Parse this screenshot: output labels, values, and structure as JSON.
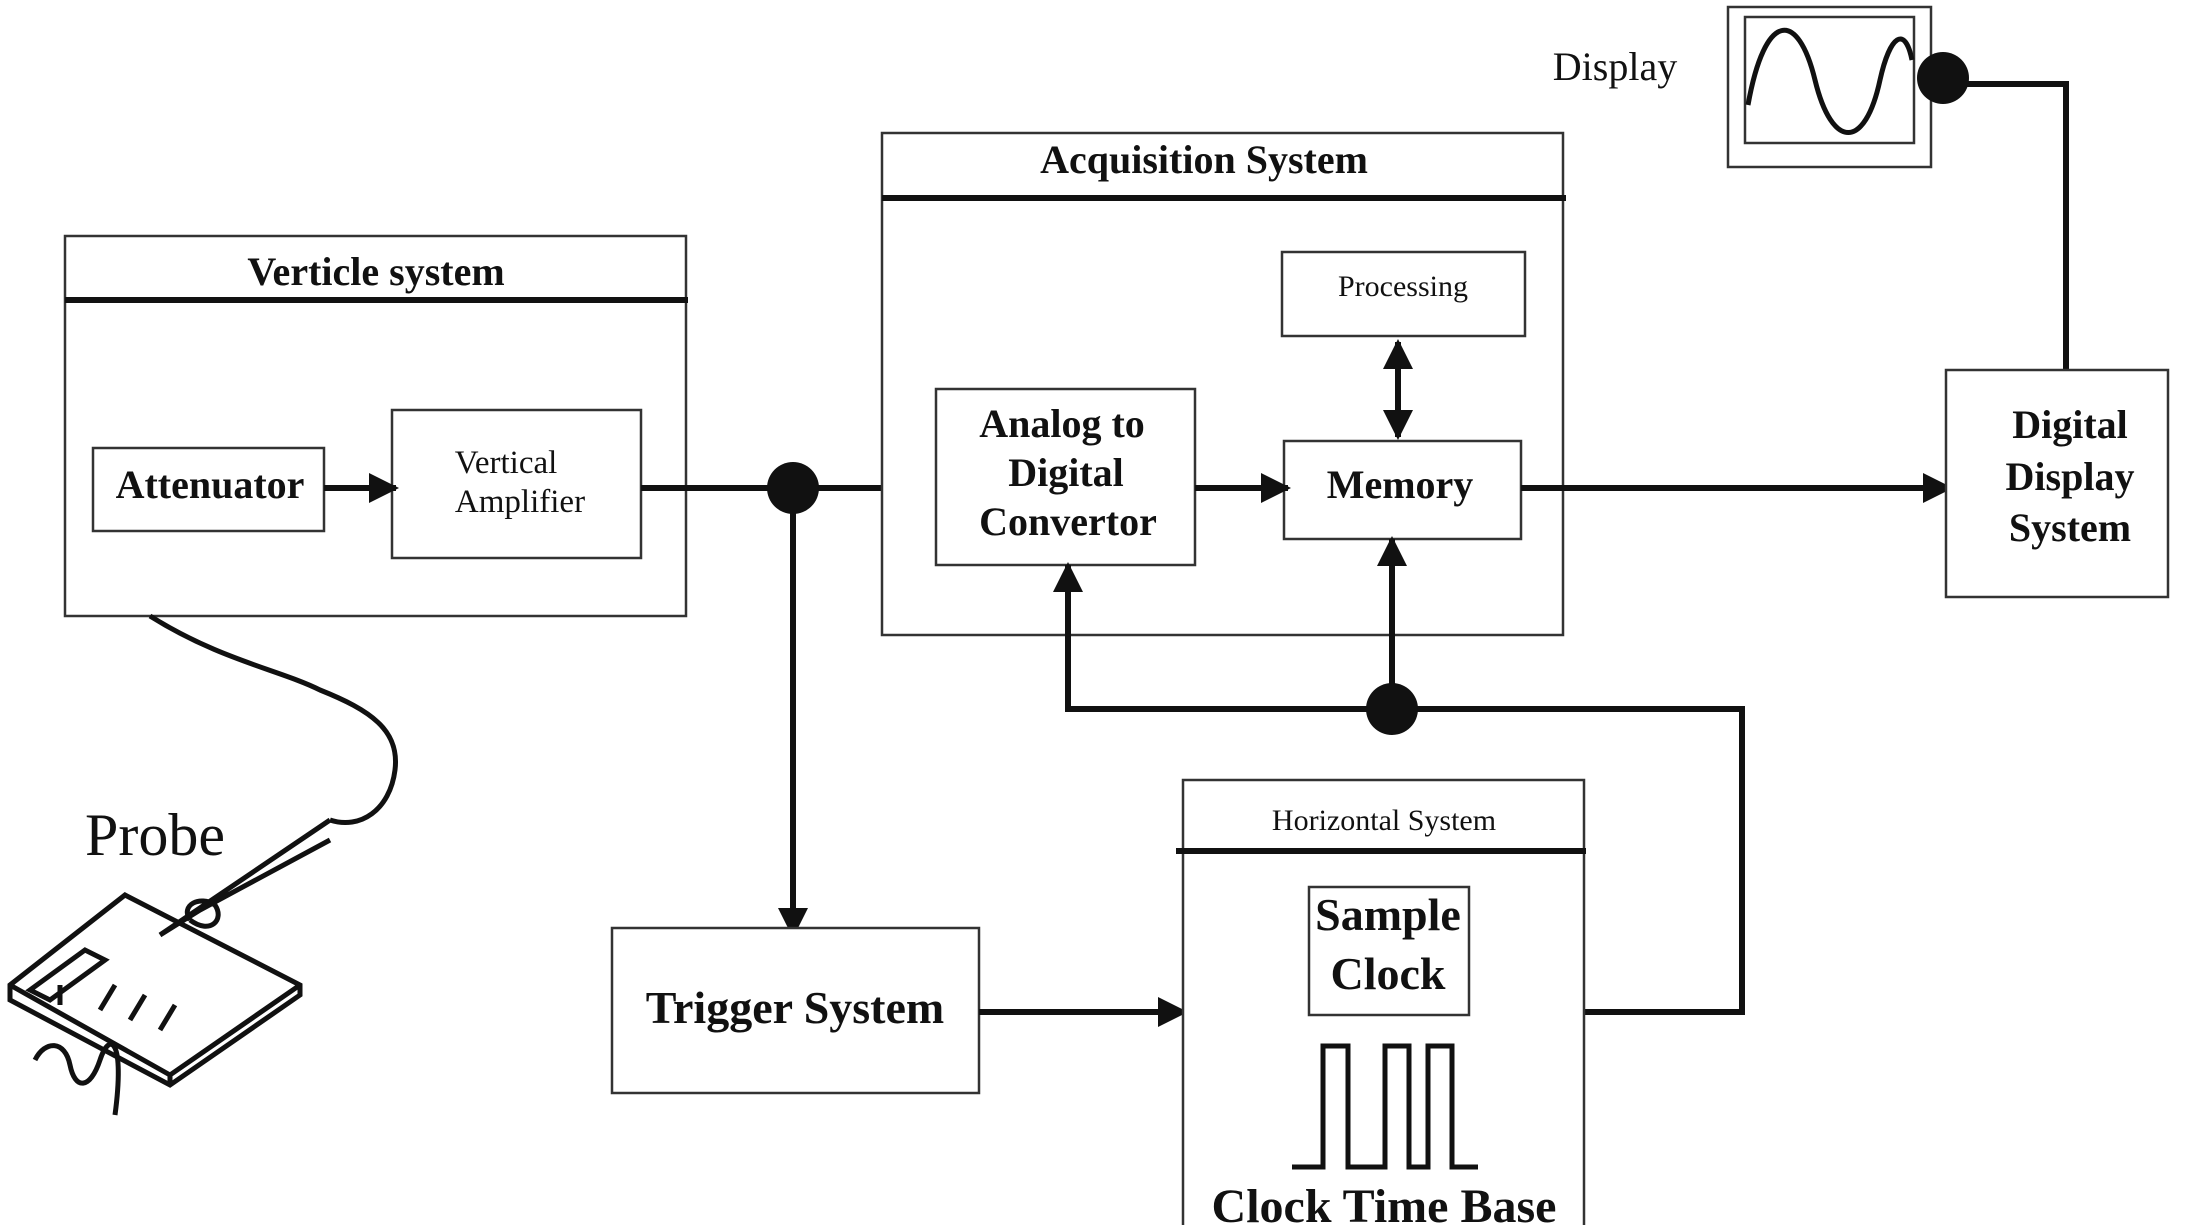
{
  "display": {
    "label": "Display"
  },
  "vertical_system": {
    "title": "Verticle system",
    "attenuator": "Attenuator",
    "amplifier_line1": "Vertical",
    "amplifier_line2": "Amplifier"
  },
  "probe": {
    "label": "Probe"
  },
  "acquisition_system": {
    "title": "Acquisition System",
    "processing": "Processing",
    "adc_line1": "Analog to",
    "adc_line2": "Digital",
    "adc_line3": "Convertor",
    "memory": "Memory"
  },
  "digital_display_system": {
    "line1": "Digital",
    "line2": "Display",
    "line3": "System"
  },
  "trigger_system": {
    "label": "Trigger System"
  },
  "horizontal_system": {
    "title": "Horizontal System",
    "sample_line1": "Sample",
    "sample_line2": "Clock",
    "clock_time_base": "Clock Time Base"
  }
}
